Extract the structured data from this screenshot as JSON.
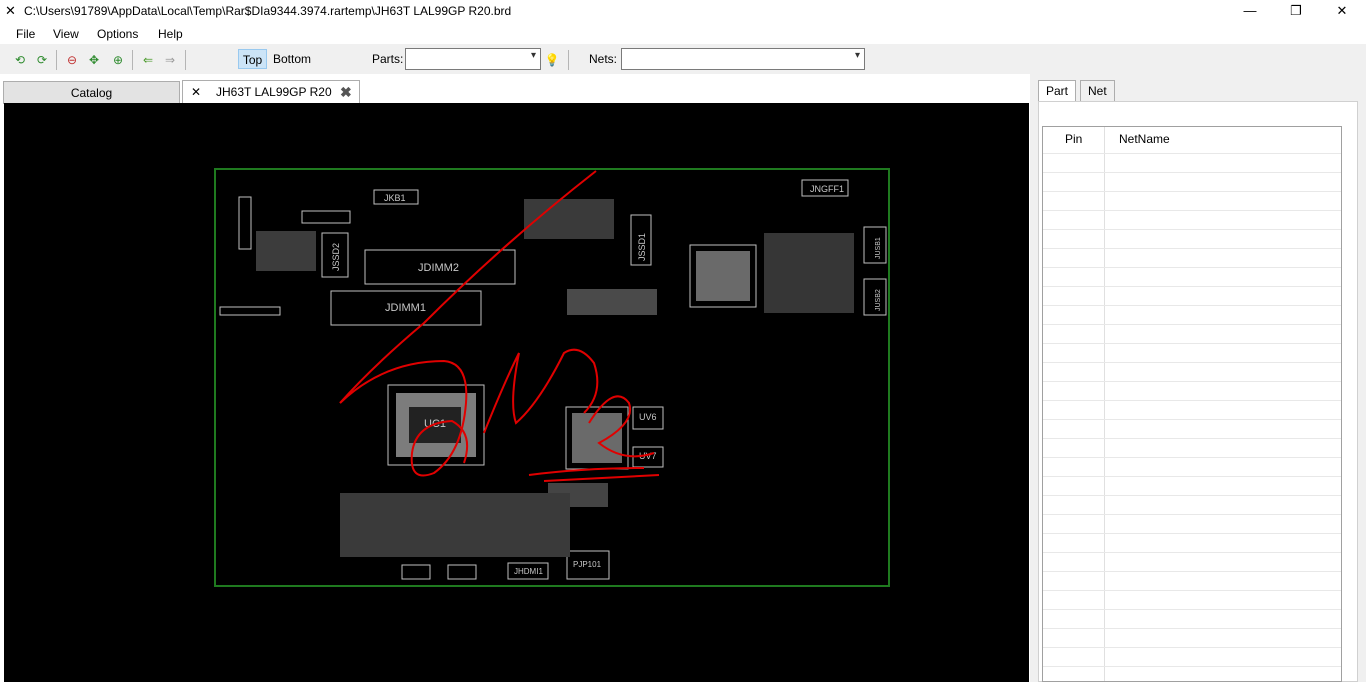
{
  "window": {
    "title": "C:\\Users\\91789\\AppData\\Local\\Temp\\Rar$DIa9344.3974.rartemp\\JH63T LAL99GP R20.brd",
    "minimize": "—",
    "maximize": "❐",
    "close": "✕"
  },
  "menu": [
    "File",
    "View",
    "Options",
    "Help"
  ],
  "toolbar": {
    "top_label": "Top",
    "bottom_label": "Bottom",
    "parts_label": "Parts:",
    "parts_value": "",
    "nets_label": "Nets:",
    "nets_value": ""
  },
  "tabs": [
    {
      "label": "Catalog"
    },
    {
      "label": "JH63T LAL99GP R20"
    }
  ],
  "board": {
    "outline_color": "#1f7a1f",
    "labels": [
      "JKB1",
      "JNGFF1",
      "JSSD2",
      "JSSD1",
      "JUSB1",
      "JUSB2",
      "JDIMM2",
      "JDIMM1",
      "UC1",
      "UV6",
      "UV7",
      "PJP101",
      "JHDMI1"
    ]
  },
  "right_panel": {
    "tabs": [
      "Part",
      "Net"
    ],
    "columns": [
      "Pin",
      "NetName"
    ]
  }
}
